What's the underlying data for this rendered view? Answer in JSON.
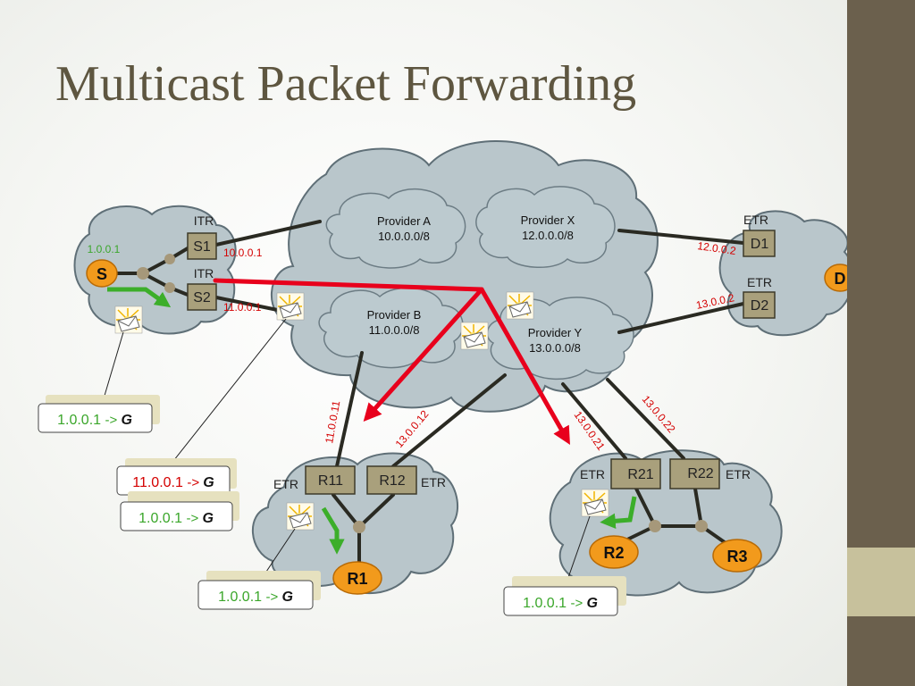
{
  "slide": {
    "title": "Multicast Packet Forwarding",
    "colors": {
      "sidebar": "#6b604d",
      "sidebar_band": "#c7c19c",
      "cloud_fill": "#b9c6cb",
      "router_fill": "#a9a07c",
      "node_fill": "#f29a1c",
      "multicast_path": "#e8001c",
      "forward_arrow": "#3cae2a"
    }
  },
  "providers": {
    "a": {
      "name": "Provider A",
      "prefix": "10.0.0.0/8"
    },
    "x": {
      "name": "Provider X",
      "prefix": "12.0.0.0/8"
    },
    "b": {
      "name": "Provider B",
      "prefix": "11.0.0.0/8"
    },
    "y": {
      "name": "Provider Y",
      "prefix": "13.0.0.0/8"
    }
  },
  "routers": {
    "s1": {
      "label": "S1",
      "role": "ITR"
    },
    "s2": {
      "label": "S2",
      "role": "ITR"
    },
    "d1": {
      "label": "D1",
      "role": "ETR"
    },
    "d2": {
      "label": "D2",
      "role": "ETR"
    },
    "r11": {
      "label": "R11",
      "role": "ETR"
    },
    "r12": {
      "label": "R12",
      "role": "ETR"
    },
    "r21": {
      "label": "R21",
      "role": "ETR"
    },
    "r22": {
      "label": "R22",
      "role": "ETR"
    }
  },
  "nodes": {
    "s": "S",
    "d": "D",
    "r1": "R1",
    "r2": "R2",
    "r3": "R3"
  },
  "addresses": {
    "source_eid": "1.0.0.1",
    "s1_rloc": "10.0.0.1",
    "s2_rloc": "11.0.0.1",
    "d1_rloc": "12.0.0.2",
    "d2_rloc": "13.0.0.2",
    "r11_rloc": "11.0.0.11",
    "r12_rloc": "13.0.0.12",
    "r21_rloc": "13.0.0.21",
    "r22_rloc": "13.0.0.22"
  },
  "packets": {
    "inner_src": "1.0.0.1",
    "outer_src": "11.0.0.1",
    "arrow": "->",
    "group": "G"
  },
  "icons": [
    "multicast-packet-icon",
    "forward-arrow-icon"
  ]
}
